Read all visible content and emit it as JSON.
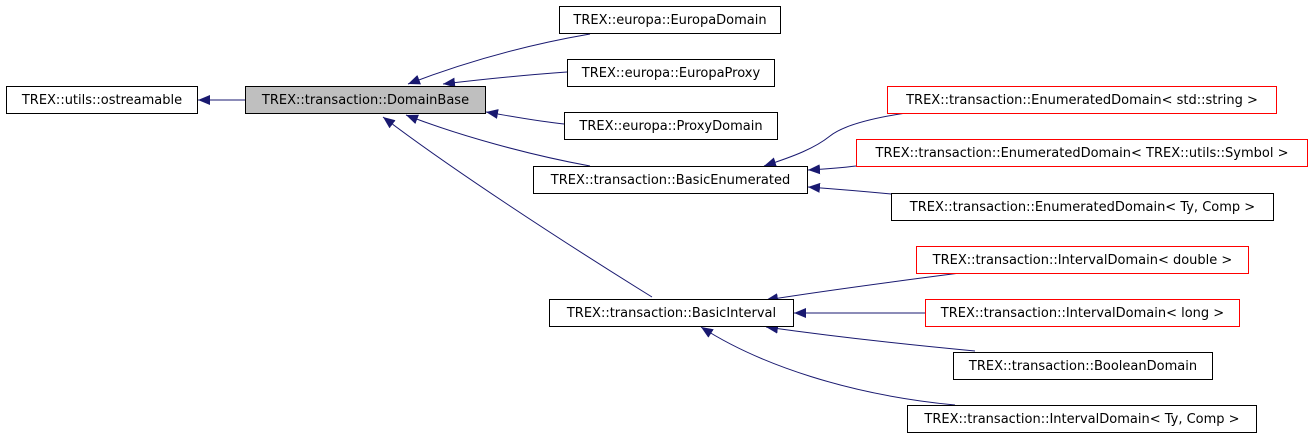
{
  "diagram": {
    "nodes": {
      "ostreamable": "TREX::utils::ostreamable",
      "domainbase": "TREX::transaction::DomainBase",
      "europadomain": "TREX::europa::EuropaDomain",
      "europaproxy": "TREX::europa::EuropaProxy",
      "proxydomain": "TREX::europa::ProxyDomain",
      "basicenumerated": "TREX::transaction::BasicEnumerated",
      "enum_string": "TREX::transaction::EnumeratedDomain< std::string >",
      "enum_symbol": "TREX::transaction::EnumeratedDomain< TREX::utils::Symbol >",
      "enum_ty": "TREX::transaction::EnumeratedDomain< Ty, Comp >",
      "basicinterval": "TREX::transaction::BasicInterval",
      "interval_double": "TREX::transaction::IntervalDomain< double >",
      "interval_long": "TREX::transaction::IntervalDomain< long >",
      "booleandomain": "TREX::transaction::BooleanDomain",
      "interval_ty": "TREX::transaction::IntervalDomain< Ty, Comp >"
    },
    "colors": {
      "edge": "#191970",
      "current_fill": "#bfbfbf",
      "undocumented_border": "#ff0000",
      "border": "#000000"
    }
  }
}
